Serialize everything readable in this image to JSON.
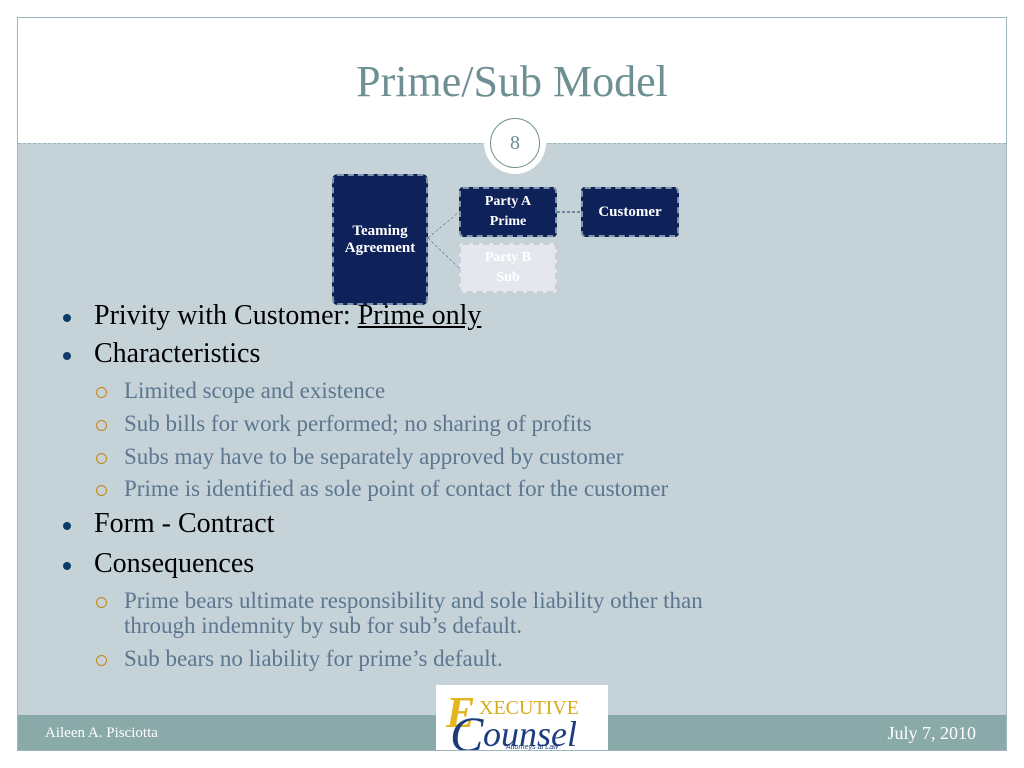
{
  "slide": {
    "title": "Prime/Sub Model",
    "page_number": "8"
  },
  "diagram": {
    "teaming": [
      "Teaming",
      "Agreement"
    ],
    "party_a": [
      "Party A",
      "Prime"
    ],
    "party_b": [
      "Party B",
      "Sub"
    ],
    "customer": "Customer"
  },
  "bullets": {
    "privity_prefix": "Privity with Customer: ",
    "privity_emphasis": "Prime only",
    "characteristics": "Characteristics",
    "char_items": [
      "Limited scope and existence",
      "Sub bills for work performed; no sharing of profits",
      "Subs may have to be separately approved by customer",
      "Prime is identified as sole point of contact for the customer"
    ],
    "form": "Form - Contract",
    "consequences": "Consequences",
    "cons_items": [
      "Prime bears ultimate responsibility and sole liability other than",
      "through indemnity by sub for sub’s default.",
      "Sub bears no liability for prime’s default."
    ]
  },
  "footer": {
    "author": "Aileen A. Pisciotta",
    "date": "July 7, 2010"
  },
  "logo": {
    "top_letter": "E",
    "top_rest": "XECUTIVE",
    "bottom_letter": "C",
    "bottom_rest": "ounsel",
    "tagline": "Attorneys at Law"
  },
  "colors": {
    "title": "#6e9093",
    "dark_box": "#0e2159",
    "bullet_sub": "#5c7690",
    "footer": "#8aa9a9"
  }
}
